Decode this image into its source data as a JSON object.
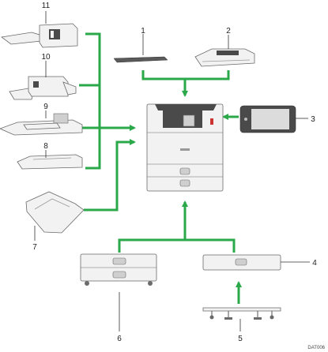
{
  "callouts": {
    "n1": "1",
    "n2": "2",
    "n3": "3",
    "n4": "4",
    "n5": "5",
    "n6": "6",
    "n7": "7",
    "n8": "8",
    "n9": "9",
    "n10": "10",
    "n11": "11"
  },
  "figure_code": "DAT006",
  "colors": {
    "connector": "#2aa84a",
    "device_body": "#f2f2f2",
    "device_dark": "#4a4a4a"
  }
}
